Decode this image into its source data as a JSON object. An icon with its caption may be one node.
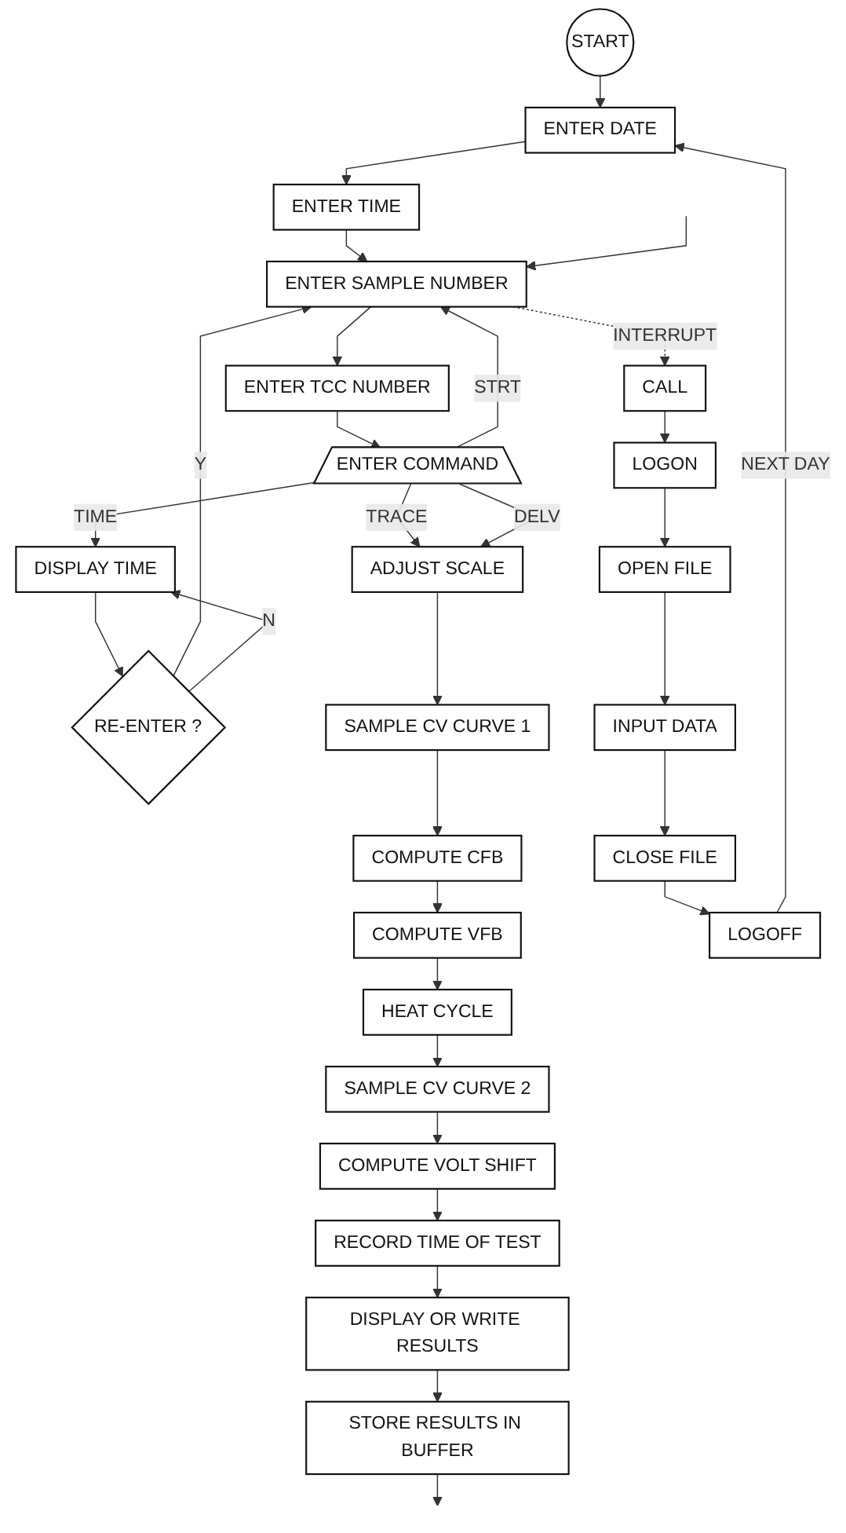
{
  "diagram": {
    "nodes": [
      {
        "text": [
          "START"
        ]
      },
      {
        "text": [
          "ENTER DATE"
        ]
      },
      {
        "text": [
          "ENTER TIME"
        ]
      },
      {
        "text": [
          "ENTER SAMPLE NUMBER"
        ]
      },
      {
        "text": [
          "ENTER TCC NUMBER"
        ]
      },
      {
        "text": [
          "ENTER COMMAND"
        ]
      },
      {
        "text": [
          "DISPLAY TIME"
        ]
      },
      {
        "text": [
          "RE-ENTER ?"
        ]
      },
      {
        "text": [
          "ADJUST SCALE"
        ]
      },
      {
        "text": [
          "SAMPLE CV CURVE 1"
        ]
      },
      {
        "text": [
          "COMPUTE CFB"
        ]
      },
      {
        "text": [
          "COMPUTE VFB"
        ]
      },
      {
        "text": [
          "HEAT CYCLE"
        ]
      },
      {
        "text": [
          "SAMPLE CV CURVE 2"
        ]
      },
      {
        "text": [
          "COMPUTE VOLT SHIFT"
        ]
      },
      {
        "text": [
          "RECORD TIME OF TEST"
        ]
      },
      {
        "text": [
          "DISPLAY OR WRITE RESULTS"
        ]
      },
      {
        "text": [
          "STORE RESULTS IN BUFFER"
        ]
      },
      {
        "text": [
          "CALL"
        ]
      },
      {
        "text": [
          "LOGON"
        ]
      },
      {
        "text": [
          "OPEN FILE"
        ]
      },
      {
        "text": [
          "INPUT DATA"
        ]
      },
      {
        "text": [
          "CLOSE FILE"
        ]
      },
      {
        "text": [
          "LOGOFF"
        ]
      }
    ],
    "edges": [
      {
        "from": 0,
        "to": 1,
        "arrow": "to"
      },
      {
        "from": 1,
        "to": 2,
        "arrow": "to"
      },
      {
        "from": 2,
        "to": 3,
        "arrow": "to"
      },
      {
        "from": 3,
        "to": 4,
        "arrow": "to"
      },
      {
        "from": 4,
        "to": 5,
        "arrow": "to"
      },
      {
        "from": 5,
        "to": 6,
        "arrow": "to",
        "label": "TIME"
      },
      {
        "from": 6,
        "to": 7,
        "arrow": "to"
      },
      {
        "from": 7,
        "to": 3,
        "arrow": "to",
        "label": "Y"
      },
      {
        "from": 7,
        "to": 6,
        "arrow": "to",
        "label": "N"
      },
      {
        "from": 5,
        "to": 3,
        "arrow": "to",
        "label": "STRT"
      },
      {
        "from": 5,
        "to": 8,
        "arrow": "to",
        "label": "TRACE"
      },
      {
        "from": 5,
        "to": 8,
        "arrow": "to",
        "label": "DELV"
      },
      {
        "from": 3,
        "to": 18,
        "arrow": "to",
        "label": "INTERRUPT",
        "style": "dashed"
      },
      {
        "from": 8,
        "to": 9,
        "arrow": "to"
      },
      {
        "from": 9,
        "to": 10,
        "arrow": "to"
      },
      {
        "from": 10,
        "to": 11,
        "arrow": "to"
      },
      {
        "from": 11,
        "to": 12,
        "arrow": "to"
      },
      {
        "from": 12,
        "to": 13,
        "arrow": "to"
      },
      {
        "from": 13,
        "to": 14,
        "arrow": "to"
      },
      {
        "from": 14,
        "to": 15,
        "arrow": "to"
      },
      {
        "from": 15,
        "to": 16,
        "arrow": "to"
      },
      {
        "from": 16,
        "to": 17,
        "arrow": "to"
      },
      {
        "from": 17,
        "to": null,
        "arrow": "to"
      },
      {
        "from": null,
        "to": 3,
        "arrow": "to"
      },
      {
        "from": 18,
        "to": 19,
        "arrow": "to"
      },
      {
        "from": 19,
        "to": 20,
        "arrow": "to"
      },
      {
        "from": 20,
        "to": 21,
        "arrow": "to"
      },
      {
        "from": 21,
        "to": 22,
        "arrow": "to"
      },
      {
        "from": 22,
        "to": 23,
        "arrow": "to"
      },
      {
        "from": 23,
        "to": 1,
        "arrow": "to",
        "label": "NEXT DAY"
      }
    ]
  }
}
